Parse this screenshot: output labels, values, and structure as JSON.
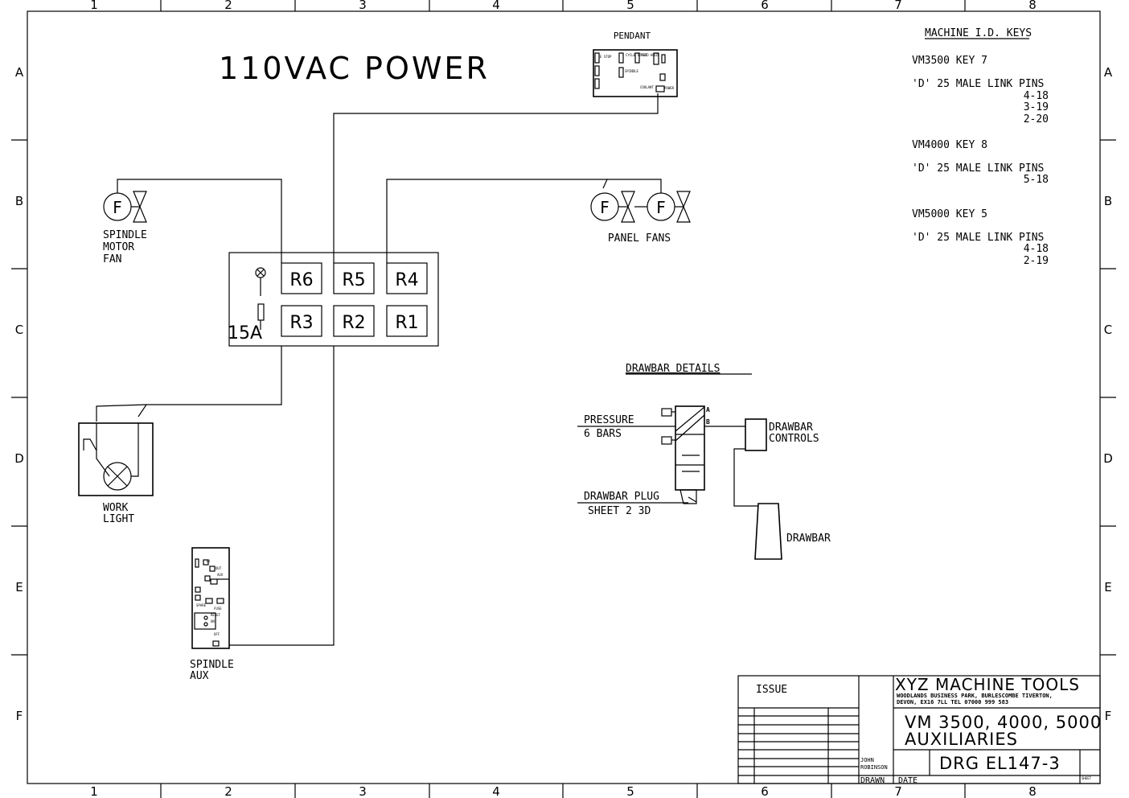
{
  "title": "110VAC POWER",
  "grid": {
    "columns": [
      "1",
      "2",
      "3",
      "4",
      "5",
      "6",
      "7",
      "8"
    ],
    "rows": [
      "A",
      "B",
      "C",
      "D",
      "E",
      "F"
    ]
  },
  "components": {
    "pendant": "PENDANT",
    "spindle_motor_fan": [
      "SPINDLE",
      "MOTOR",
      "FAN"
    ],
    "panel_fans": "PANEL FANS",
    "fan_letter": "F",
    "work_light": [
      "WORK",
      "LIGHT"
    ],
    "spindle_aux": [
      "SPINDLE",
      "AUX"
    ],
    "fuse_rating": "15A",
    "relays": [
      "R6",
      "R5",
      "R4",
      "R3",
      "R2",
      "R1"
    ]
  },
  "drawbar": {
    "heading": "DRAWBAR DETAILS",
    "pressure": [
      "PRESSURE",
      "6 BARS"
    ],
    "plug": [
      "DRAWBAR PLUG",
      "SHEET 2 3D"
    ],
    "controls": [
      "DRAWBAR",
      "CONTROLS"
    ],
    "drawbar": "DRAWBAR",
    "port_a": "A",
    "port_b": "B"
  },
  "machine_keys": {
    "heading": "MACHINE I.D. KEYS",
    "entries": [
      {
        "model": "VM3500 KEY 7",
        "pins_label": "'D' 25 MALE LINK PINS",
        "pins": [
          "4-18",
          "3-19",
          "2-20"
        ]
      },
      {
        "model": "VM4000 KEY 8",
        "pins_label": "'D' 25 MALE LINK PINS",
        "pins": [
          "5-18"
        ]
      },
      {
        "model": "VM5000 KEY 5",
        "pins_label": "'D' 25 MALE LINK PINS",
        "pins": [
          "4-18",
          "2-19"
        ]
      }
    ]
  },
  "title_block": {
    "issue": "ISSUE",
    "company": "XYZ MACHINE TOOLS",
    "address_1": "WOODLANDS BUSINESS PARK, BURLESCOMBE TIVERTON,",
    "address_2": "DEVON, EX16 7LL    TEL 07000 999 583",
    "drawing_title_1": "VM 3500, 4000, 5000",
    "drawing_title_2": "AUXILIARIES",
    "drawn_by_1": "JOHN",
    "drawn_by_2": "ROBINSON",
    "drawing_number": "DRG EL147-3",
    "drawn_label": "DRAWN",
    "date_label": "DATE",
    "sheet_label": "SHEET"
  },
  "pendant_labels": [
    "E STOP",
    "CYCLE START",
    "FEED HOLD",
    "SPINDLE",
    "COOLANT",
    "POWER"
  ],
  "aux_labels": [
    "IN",
    "OUT",
    "AUX",
    "SPARE",
    "FUSE",
    "RESET",
    "ON",
    "OFF"
  ]
}
